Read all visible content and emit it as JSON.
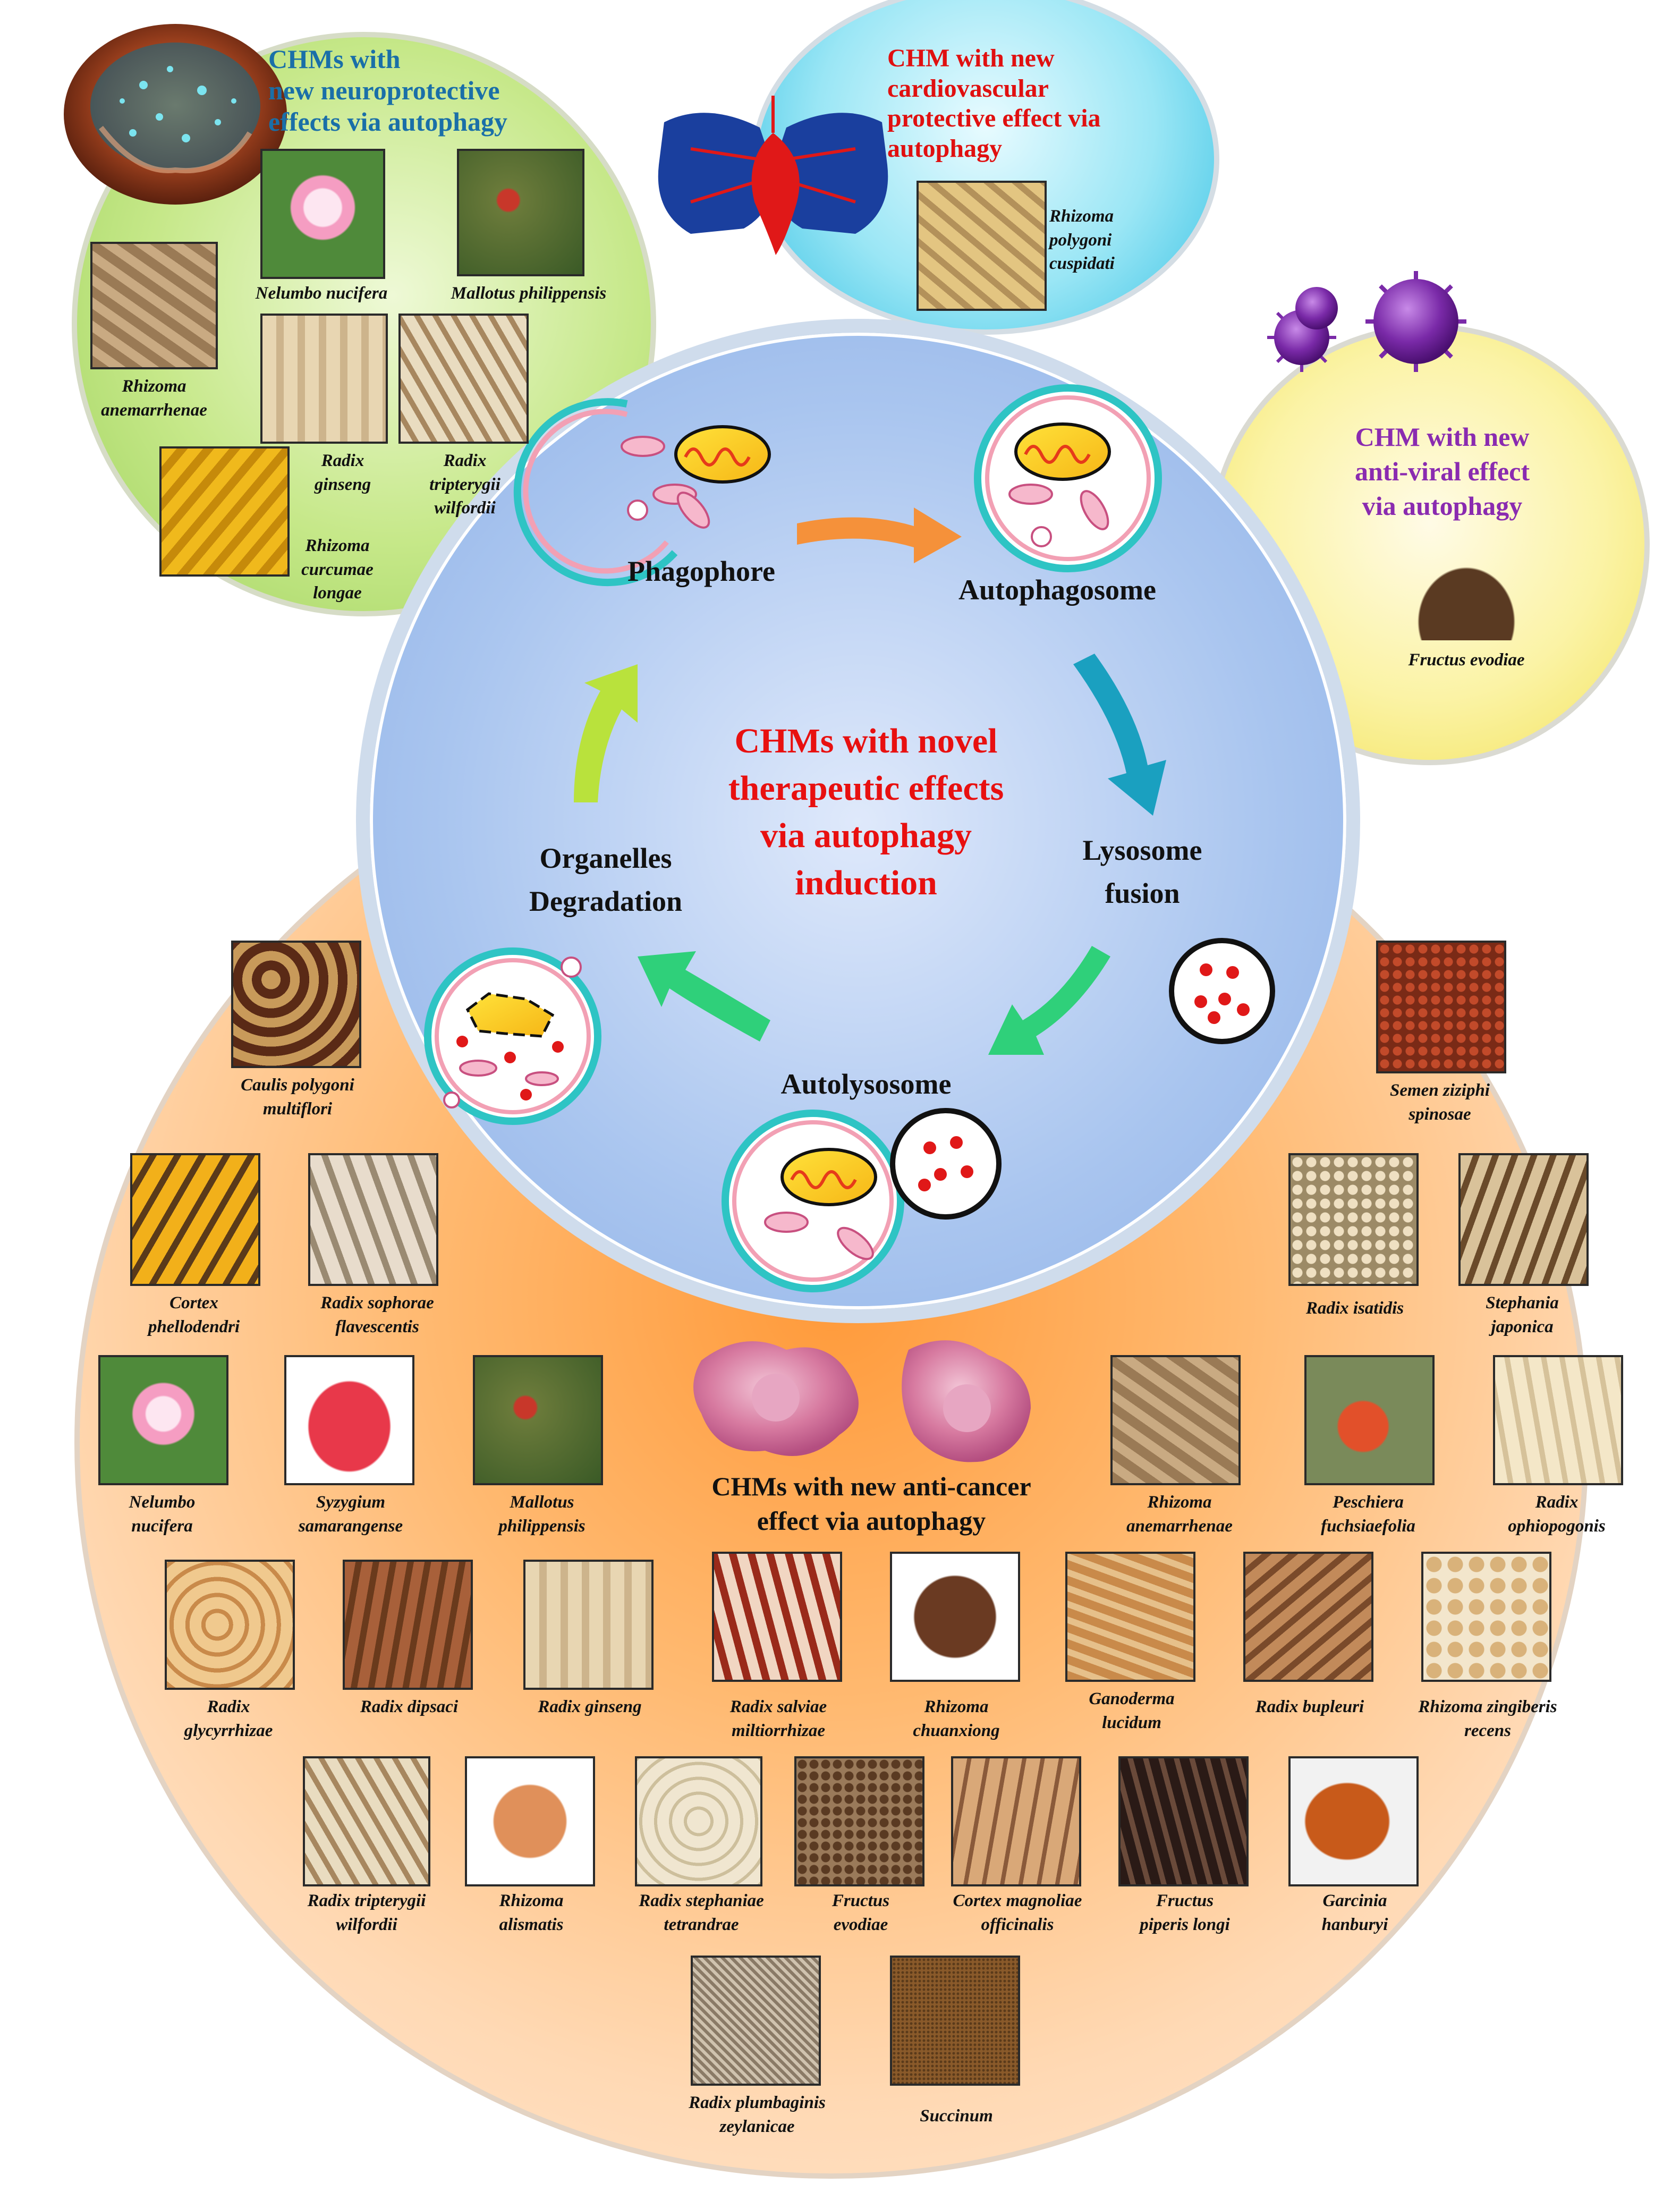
{
  "center": {
    "title": [
      "CHMs with novel",
      "therapeutic effects",
      "via autophagy",
      "induction"
    ],
    "stages": {
      "phagophore": "Phagophore",
      "autophagosome": "Autophagosome",
      "lysosome_fusion": [
        "Lysosome",
        "fusion"
      ],
      "autolysosome": "Autolysosome",
      "degradation": [
        "Organelles",
        "Degradation"
      ]
    }
  },
  "neuro": {
    "title": [
      "CHMs with",
      "new neuroprotective",
      "effects via autophagy"
    ],
    "herbs": [
      {
        "name": [
          "Nelumbo nucifera"
        ]
      },
      {
        "name": [
          "Mallotus philippensis"
        ]
      },
      {
        "name": [
          "Rhizoma",
          "anemarrhenae"
        ]
      },
      {
        "name": [
          "Radix",
          "ginseng"
        ]
      },
      {
        "name": [
          "Radix",
          "tripterygii",
          "wilfordii"
        ]
      },
      {
        "name": [
          "Rhizoma",
          "curcumae",
          "longae"
        ]
      }
    ]
  },
  "cardio": {
    "title": [
      "CHM with new",
      "cardiovascular",
      "protective effect via",
      "autophagy"
    ],
    "herbs": [
      {
        "name": [
          "Rhizoma",
          "polygoni",
          "cuspidati"
        ]
      }
    ]
  },
  "viral": {
    "title": [
      "CHM with new",
      "anti-viral effect",
      "via autophagy"
    ],
    "herbs": [
      {
        "name": [
          "Fructus evodiae"
        ]
      }
    ]
  },
  "cancer": {
    "title": [
      "CHMs with new anti-cancer",
      "effect via autophagy"
    ],
    "herbs": [
      {
        "name": [
          "Caulis polygoni",
          "multiflori"
        ]
      },
      {
        "name": [
          "Semen ziziphi",
          "spinosae"
        ]
      },
      {
        "name": [
          "Cortex",
          "phellodendri"
        ]
      },
      {
        "name": [
          "Radix sophorae",
          "flavescentis"
        ]
      },
      {
        "name": [
          "Radix isatidis"
        ]
      },
      {
        "name": [
          "Stephania",
          "japonica"
        ]
      },
      {
        "name": [
          "Nelumbo",
          "nucifera"
        ]
      },
      {
        "name": [
          "Syzygium",
          "samarangense"
        ]
      },
      {
        "name": [
          "Mallotus",
          "philippensis"
        ]
      },
      {
        "name": [
          "Rhizoma",
          "anemarrhenae"
        ]
      },
      {
        "name": [
          "Peschiera",
          "fuchsiaefolia"
        ]
      },
      {
        "name": [
          "Radix",
          "ophiopogonis"
        ]
      },
      {
        "name": [
          "Radix",
          "glycyrrhizae"
        ]
      },
      {
        "name": [
          "Radix dipsaci"
        ]
      },
      {
        "name": [
          "Radix ginseng"
        ]
      },
      {
        "name": [
          "Radix salviae",
          "miltiorrhizae"
        ]
      },
      {
        "name": [
          "Rhizoma",
          "chuanxiong"
        ]
      },
      {
        "name": [
          "Ganoderma",
          "lucidum"
        ]
      },
      {
        "name": [
          "Radix bupleuri"
        ]
      },
      {
        "name": [
          "Rhizoma zingiberis",
          "recens"
        ]
      },
      {
        "name": [
          "Radix tripterygii",
          "wilfordii"
        ]
      },
      {
        "name": [
          "Rhizoma",
          "alismatis"
        ]
      },
      {
        "name": [
          "Radix stephaniae",
          "tetrandrae"
        ]
      },
      {
        "name": [
          "Fructus",
          "evodiae"
        ]
      },
      {
        "name": [
          "Cortex magnoliae",
          "officinalis"
        ]
      },
      {
        "name": [
          "Fructus",
          "piperis longi"
        ]
      },
      {
        "name": [
          "Garcinia",
          "hanburyi"
        ]
      },
      {
        "name": [
          "Radix plumbaginis",
          "zeylanicae"
        ]
      },
      {
        "name": [
          "Succinum"
        ]
      }
    ]
  },
  "colors": {
    "neuro_title": "#1a6fa8",
    "cardio_title": "#e01010",
    "viral_title": "#8a2bb0",
    "center_title": "#e81010",
    "arrow_orange": "#f5913a",
    "arrow_blue": "#1aa0c0",
    "arrow_green": "#2fd07a",
    "arrow_lime": "#b9e23c"
  }
}
